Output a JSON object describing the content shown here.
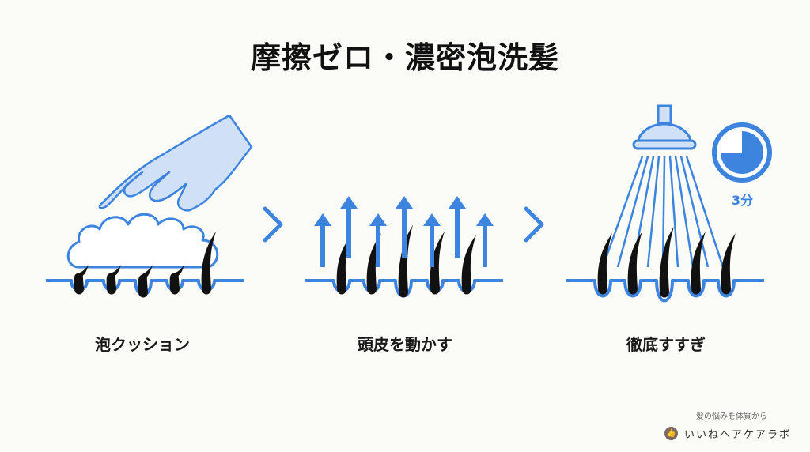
{
  "title": "摩擦ゼロ・濃密泡洗髪",
  "steps": [
    {
      "label": "泡クッション"
    },
    {
      "label": "頭皮を動かす"
    },
    {
      "label": "徹底すすぎ"
    }
  ],
  "timer": {
    "label": "3分",
    "fraction_elapsed": 0.75
  },
  "brand": {
    "tagline": "髪の悩みを体質から",
    "name": "いいねヘアケアラボ",
    "icon": "thumbs-up-icon"
  },
  "colors": {
    "accent": "#3d84df",
    "accent_light": "#cfe0f7",
    "hair": "#111111",
    "background": "#fbfbf8"
  }
}
